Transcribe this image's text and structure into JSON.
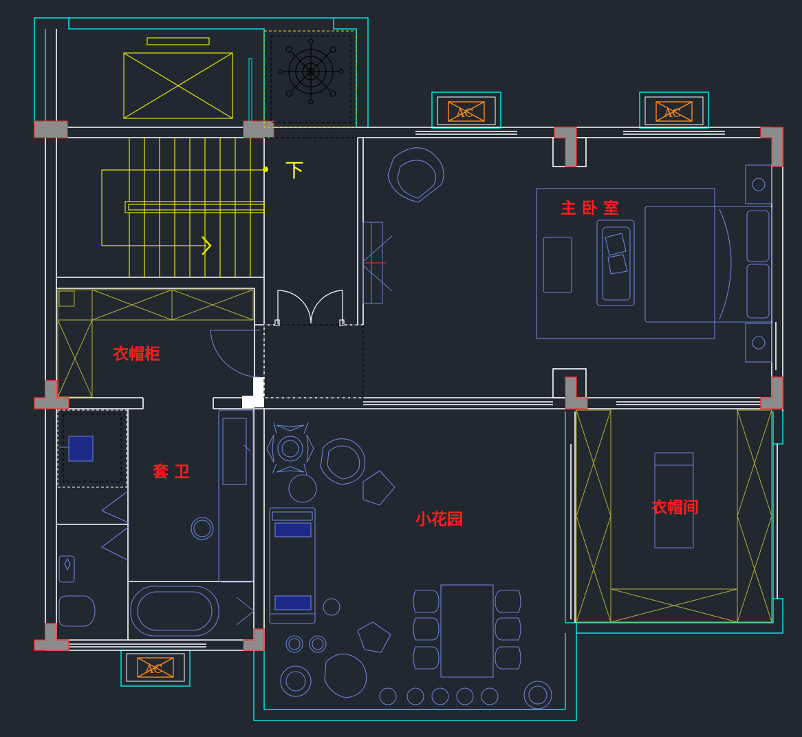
{
  "rooms": {
    "master_bedroom": "主 卧 室",
    "wardrobe_cabinet": "衣帽柜",
    "ensuite_bath": "套 卫",
    "small_garden": "小花园",
    "walk_in_closet": "衣帽间"
  },
  "stair_direction": "下",
  "ac_label": "AC",
  "colors": {
    "background": "#212830",
    "wall": "#ffffff",
    "outline": "#00e5e5",
    "furniture": "#6f82d8",
    "stair": "#e6e600",
    "label": "#ff1f1f",
    "ac": "#ff8a1c",
    "column": "#8c8c8c"
  }
}
